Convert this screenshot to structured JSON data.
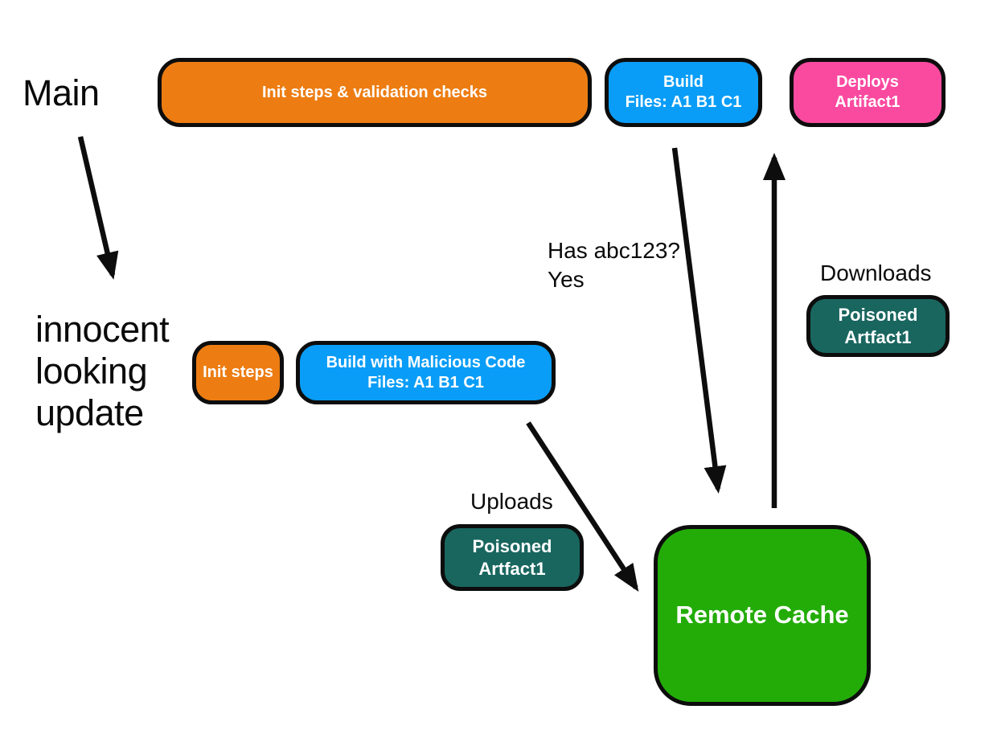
{
  "labels": {
    "main": "Main",
    "innocent_lines": [
      "innocent",
      "looking",
      "update"
    ]
  },
  "nodes": {
    "init_validation": {
      "label": "Init steps & validation checks",
      "color": "#ed7d12"
    },
    "build_main": {
      "line1": "Build",
      "line2": "Files: A1 B1 C1",
      "color": "#099df7"
    },
    "deploys": {
      "line1": "Deploys",
      "line2": "Artifact1",
      "color": "#fa4aa0"
    },
    "init_steps": {
      "label": "Init steps",
      "color": "#ed7d12"
    },
    "build_malicious": {
      "line1": "Build with Malicious Code",
      "line2": "Files: A1 B1 C1",
      "color": "#099df7"
    },
    "poisoned_download": {
      "line1": "Poisoned",
      "line2": "Artfact1",
      "color": "#19665f"
    },
    "poisoned_upload": {
      "line1": "Poisoned",
      "line2": "Artfact1",
      "color": "#19665f"
    },
    "remote_cache": {
      "label": "Remote Cache",
      "color": "#23ac08"
    }
  },
  "annotations": {
    "has_hash": {
      "line1": "Has abc123?",
      "line2": "Yes"
    },
    "downloads": "Downloads",
    "uploads": "Uploads"
  },
  "colors": {
    "outline": "#0d0d0d",
    "background": "#ffffff",
    "text": "#0a0a0a",
    "node_text": "#ffffff"
  }
}
